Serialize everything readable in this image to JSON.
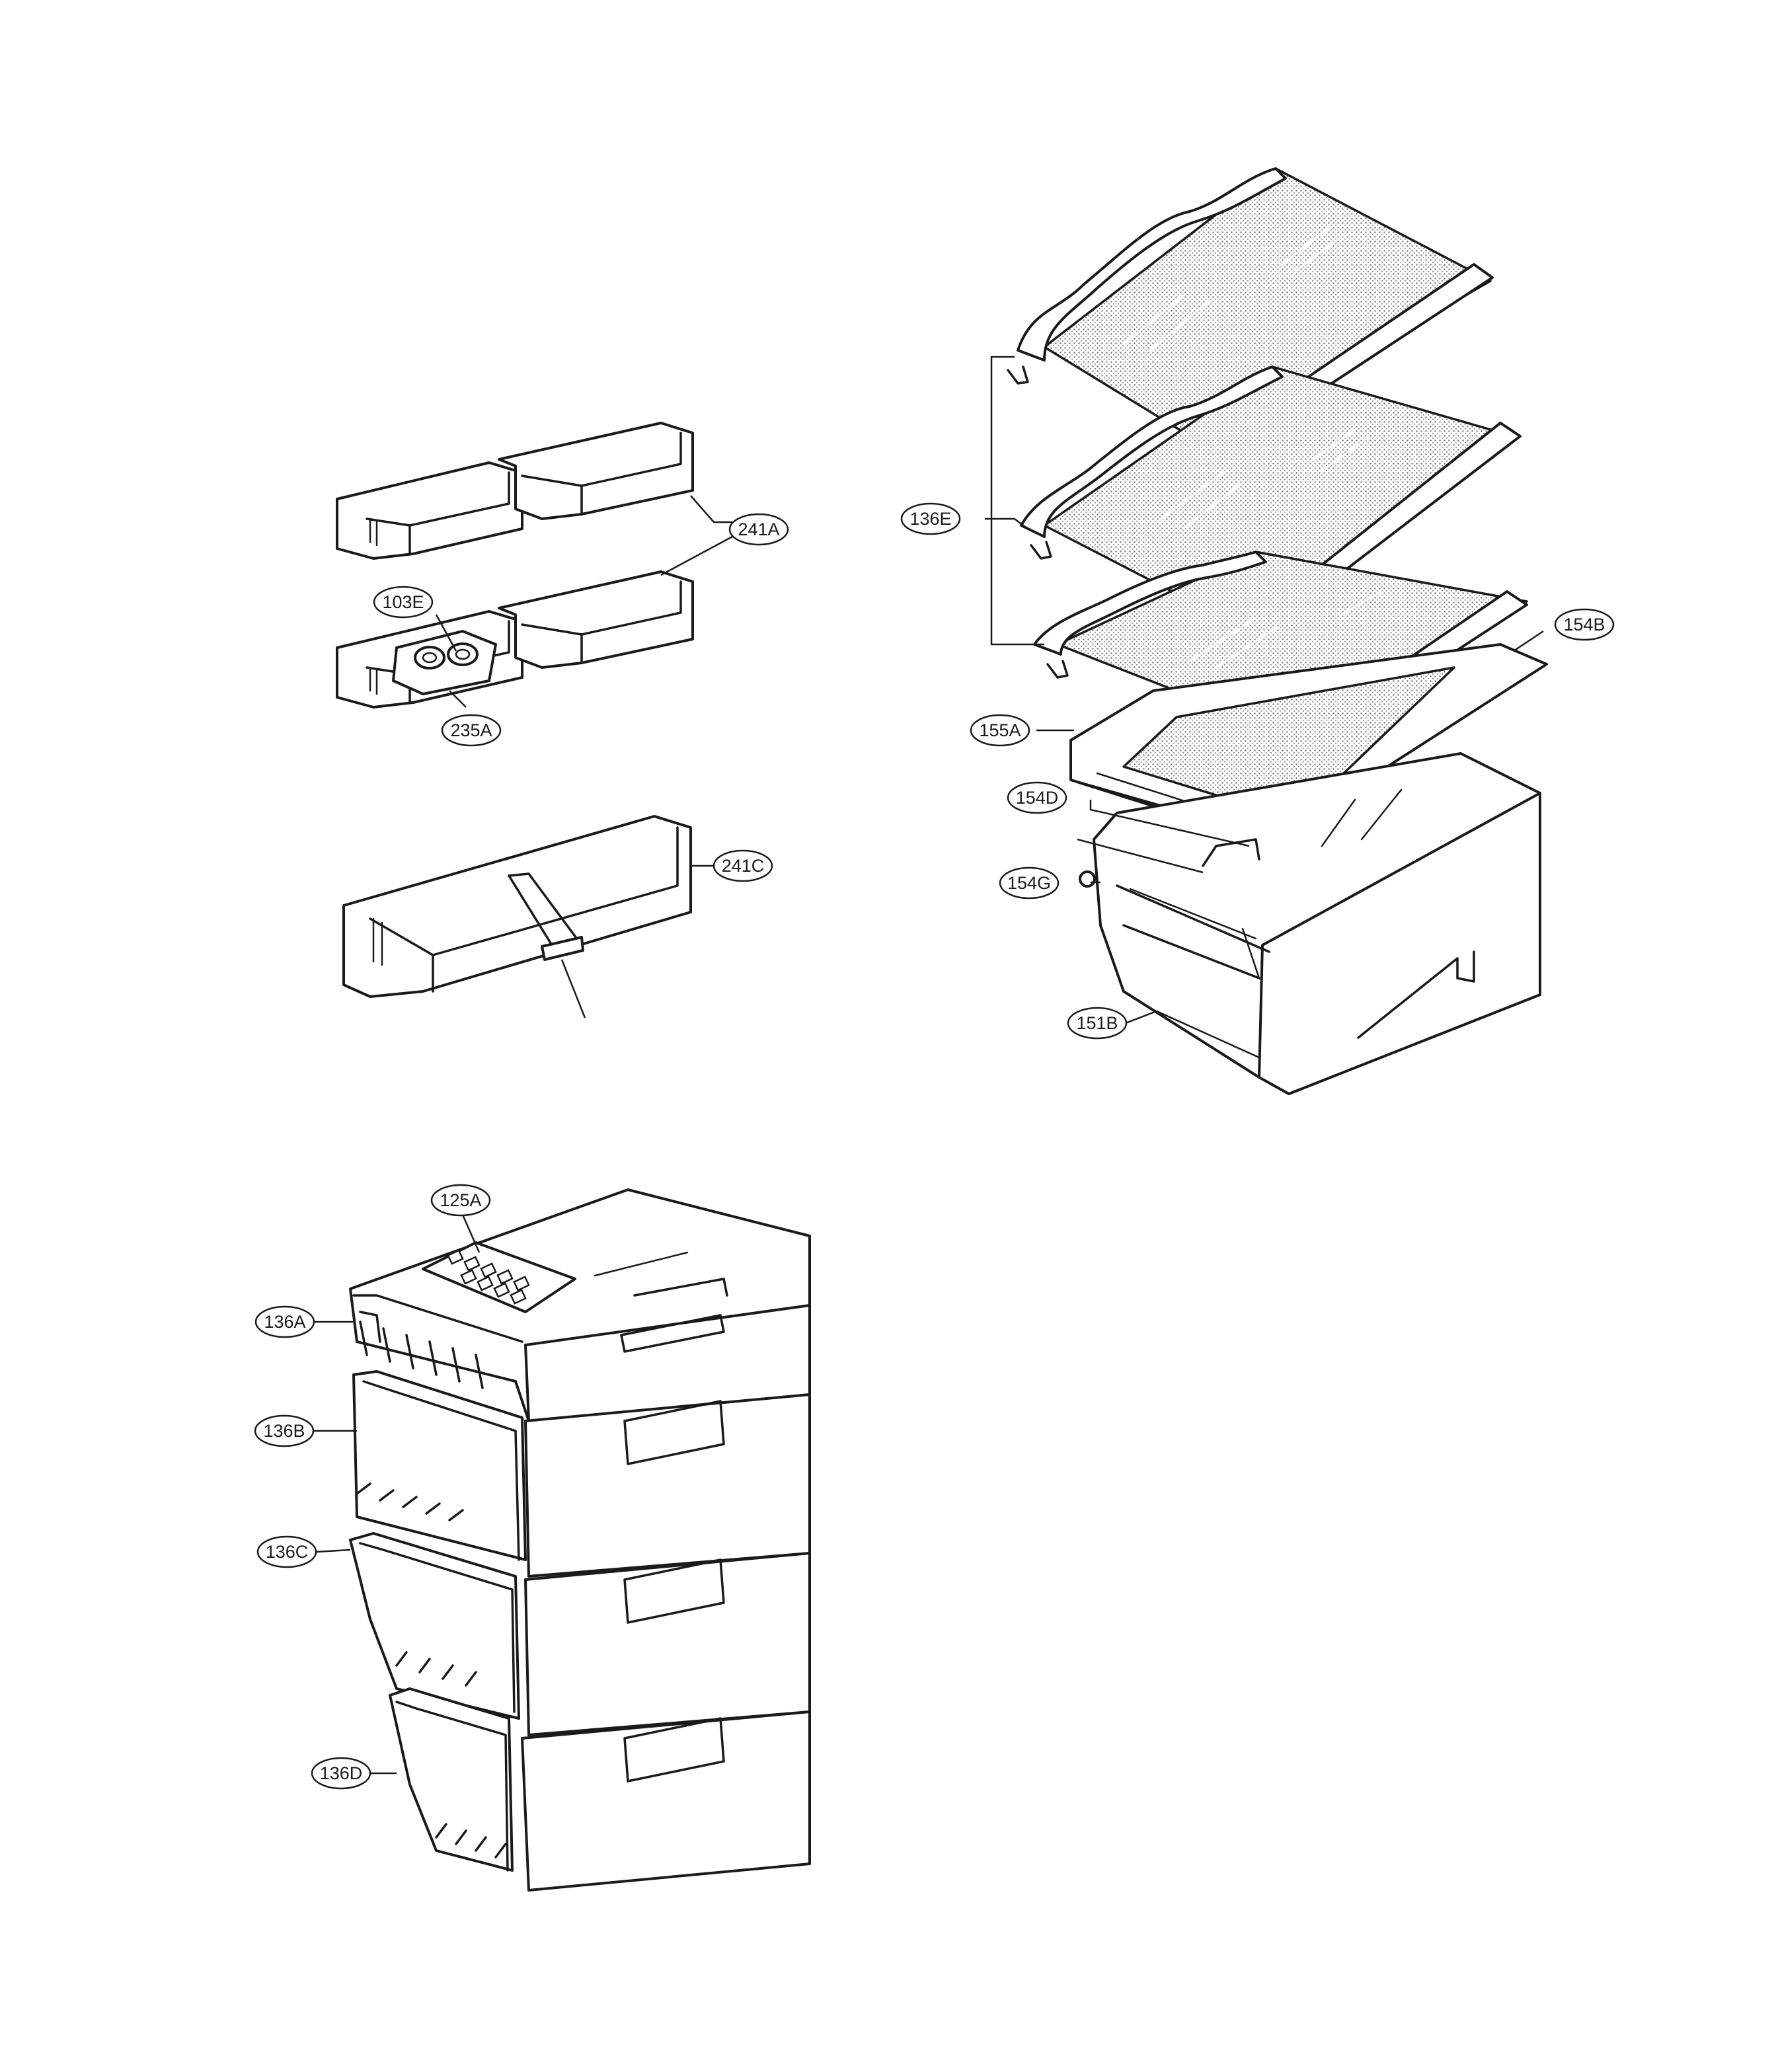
{
  "callouts": {
    "c241A": "241A",
    "c103E": "103E",
    "c235A": "235A",
    "c241C": "241C",
    "c136E": "136E",
    "c154B": "154B",
    "c155A": "155A",
    "c154D": "154D",
    "c154G": "154G",
    "c151B": "151B",
    "c125A": "125A",
    "c136A": "136A",
    "c136B": "136B",
    "c136C": "136C",
    "c136D": "136D"
  }
}
